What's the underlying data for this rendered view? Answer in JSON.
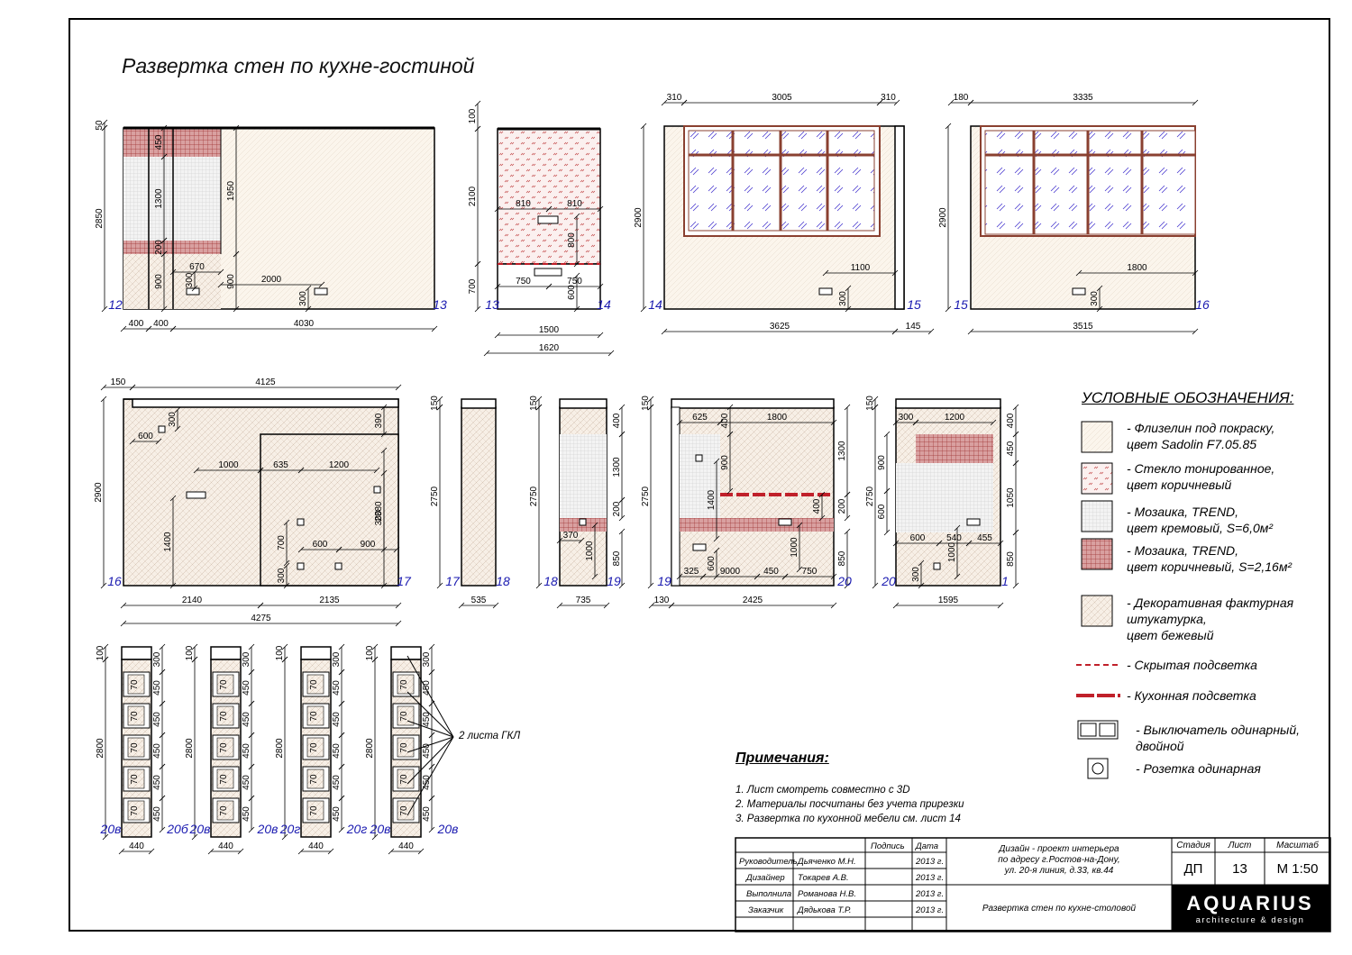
{
  "sheet_title": "Развертка стен по кухне-гостиной",
  "legend": {
    "title": "УСЛОВНЫЕ ОБОЗНАЧЕНИЯ:",
    "items": [
      "- Флизелин под покраску,\nцвет Sadolin F7.05.85",
      "- Стекло тонированное,\nцвет коричневый",
      "- Мозаика, TREND,\n  цвет кремовый, S=6,0м²",
      "- Мозаика, TREND,\n  цвет коричневый, S=2,16м²",
      "- Декоративная фактурная\nштукатурка,\nцвет бежевый",
      "- Скрытая подсветка",
      "- Кухонная подсветка",
      "- Выключатель одинарный,\nдвойной",
      "- Розетка одинарная"
    ]
  },
  "notes": {
    "title": "Примечания:",
    "items": [
      "1. Лист смотреть совместно с 3D",
      "2. Материалы посчитаны без учета прирезки",
      "3. Развертка по кухонной мебели см. лист 14"
    ]
  },
  "gkl_label": "2 листа ГКЛ",
  "title_block": {
    "col_sign": "Подпись",
    "col_date": "Дата",
    "rows": [
      {
        "role": "Руководитель",
        "name": "Дьяченко М.Н.",
        "date": "2013 г."
      },
      {
        "role": "Дизайнер",
        "name": "Токарев А.В.",
        "date": "2013 г."
      },
      {
        "role": "Выполнила",
        "name": "Романова Н.В.",
        "date": "2013 г."
      },
      {
        "role": "Заказчик",
        "name": "Дядькова Т.Р.",
        "date": "2013 г."
      }
    ],
    "project": "Дизайн - проект интерьера\nпо адресу г.Ростов-на-Дону,\nул. 20-я линия, д.33, кв.44",
    "sheet_name": "Развертка стен по кухне-столовой",
    "stage_label": "Стадия",
    "stage": "ДП",
    "sheet_label": "Лист",
    "sheet_no": "13",
    "scale_label": "Масштаб",
    "scale": "М 1:50"
  },
  "logo": {
    "brand": "AQUARIUS",
    "sub": "architecture & design"
  },
  "dims": {
    "w1": [
      "50",
      "2850",
      "450",
      "1300",
      "200",
      "900",
      "1950",
      "900",
      "670",
      "300",
      "2000",
      "300",
      "400",
      "400",
      "4030",
      "12",
      "13"
    ],
    "w2": [
      "100",
      "2100",
      "810",
      "810",
      "800",
      "700",
      "750",
      "750",
      "600",
      "1500",
      "1620",
      "13",
      "14"
    ],
    "w3": [
      "310",
      "3005",
      "310",
      "2900",
      "1100",
      "300",
      "3625",
      "145",
      "14",
      "15"
    ],
    "w4": [
      "180",
      "3335",
      "2900",
      "1800",
      "300",
      "3515",
      "15",
      "16"
    ],
    "w5": [
      "150",
      "4125",
      "2900",
      "300",
      "600",
      "390",
      "1000",
      "635",
      "1200",
      "300",
      "2380",
      "700",
      "600",
      "900",
      "1400",
      "300",
      "2140",
      "2135",
      "4275",
      "16",
      "17"
    ],
    "w6": [
      "150",
      "2750",
      "535",
      "17",
      "18"
    ],
    "w7": [
      "150",
      "2750",
      "400",
      "1300",
      "200",
      "370",
      "1000",
      "850",
      "735",
      "18",
      "19"
    ],
    "w8": [
      "150",
      "2750",
      "625",
      "1800",
      "400",
      "1300",
      "900",
      "1400",
      "400",
      "200",
      "1000",
      "850",
      "600",
      "9000",
      "325",
      "450",
      "750",
      "130",
      "2425",
      "19",
      "20"
    ],
    "w9": [
      "150",
      "2750",
      "300",
      "1200",
      "400",
      "450",
      "900",
      "1050",
      "600",
      "600",
      "540",
      "455",
      "1000",
      "850",
      "300",
      "1595",
      "20",
      "1"
    ],
    "cols": [
      "100",
      "300",
      "70",
      "450",
      "2800",
      "440",
      "20в",
      "20б",
      "20г"
    ]
  }
}
